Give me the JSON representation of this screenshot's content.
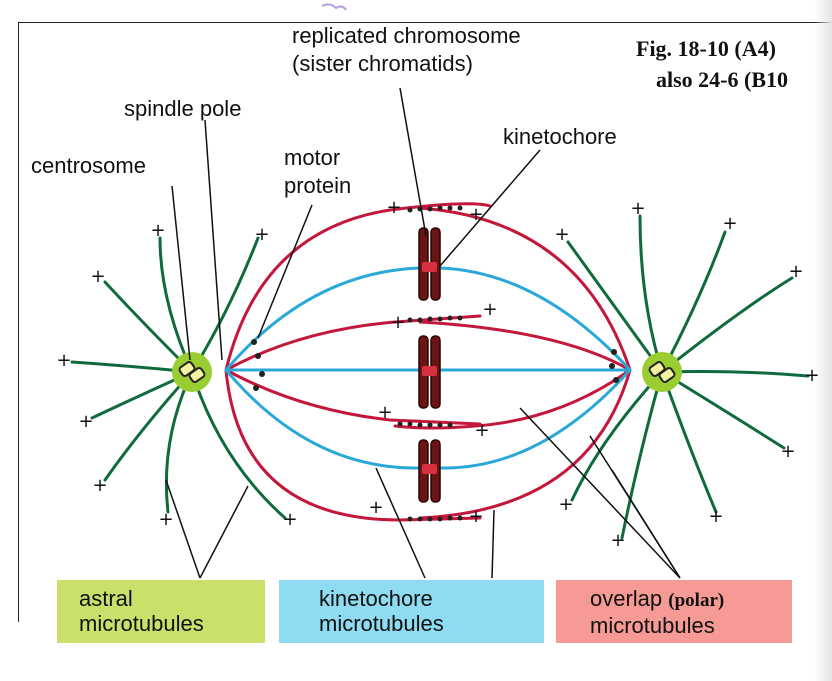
{
  "figure_ref": {
    "line1": "Fig. 18-10 (A4)",
    "line2": "also 24-6 (B10"
  },
  "labels": {
    "replicated_chromosome_1": "replicated chromosome",
    "replicated_chromosome_2": "(sister chromatids)",
    "spindle_pole": "spindle pole",
    "kinetochore": "kinetochore",
    "centrosome": "centrosome",
    "motor_protein_1": "motor",
    "motor_protein_2": "protein"
  },
  "legend": {
    "astral_1": "astral",
    "astral_2": "microtubules",
    "kinetochore_1": "kinetochore",
    "kinetochore_2": "microtubules",
    "overlap_1": "overlap",
    "overlap_polar": "(polar)",
    "overlap_2": "microtubules"
  },
  "colors": {
    "astral": "#c9e16a",
    "kinetochore": "#8fdcf2",
    "overlap": "#f59a94",
    "astral_line": "#0f6b3c",
    "kinetochore_line": "#2aa8d8",
    "overlap_line": "#c4173c",
    "centrosome": "#9acd32",
    "chromosome": "#6b1414"
  },
  "plus_sign": "+"
}
